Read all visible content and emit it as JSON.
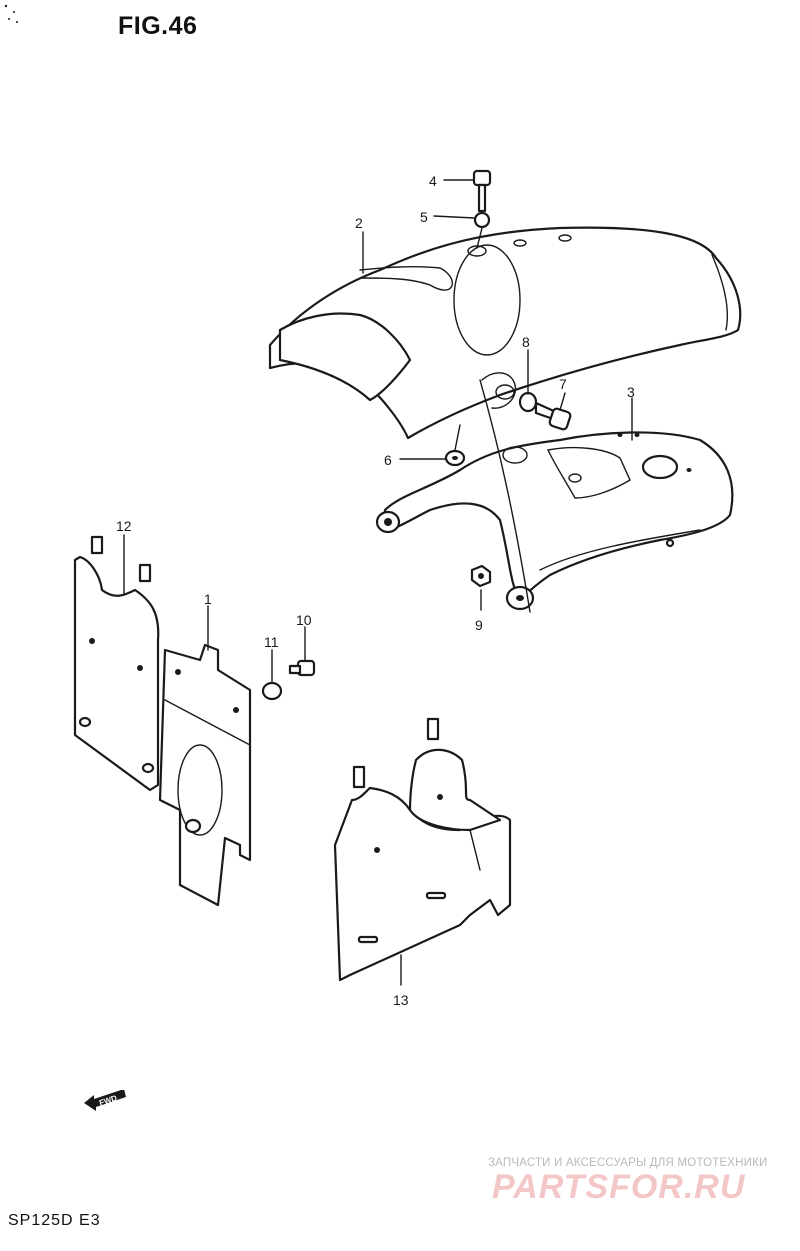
{
  "figure": {
    "title": "FIG.46",
    "model": "SP125D  E3"
  },
  "fwd_marker": {
    "label": "FWD",
    "icon": "fwd-arrow-icon"
  },
  "watermark": {
    "subtitle": "ЗАПЧАСТИ И АКСЕССУАРЫ ДЛЯ МОТОТЕХНИКИ",
    "logo": "PARTSFOR.RU"
  },
  "callouts": [
    "4",
    "5",
    "2",
    "8",
    "7",
    "3",
    "6",
    "9",
    "12",
    "1",
    "10",
    "11",
    "13"
  ]
}
